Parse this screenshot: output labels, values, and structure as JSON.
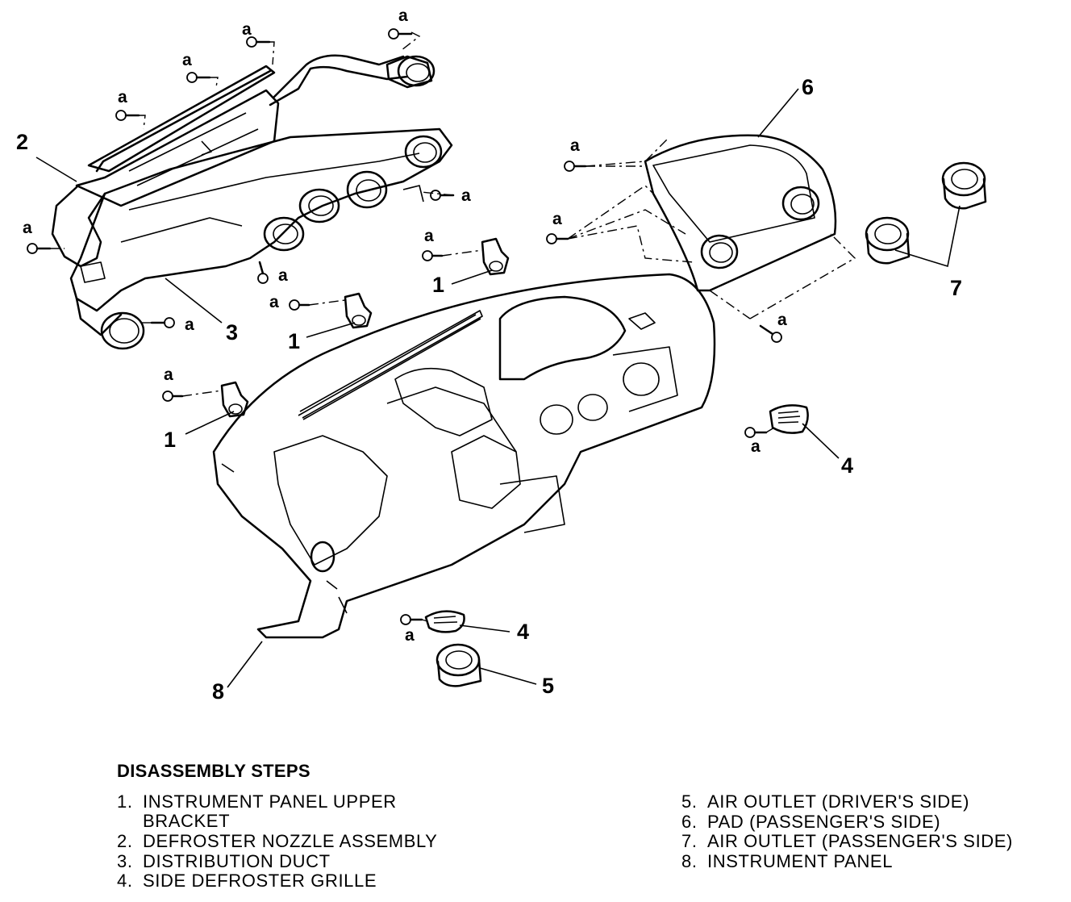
{
  "callouts": {
    "c1": "1",
    "c2": "2",
    "c3": "3",
    "c4": "4",
    "c5": "5",
    "c6": "6",
    "c7": "7",
    "c8": "8"
  },
  "fastener_label": "a",
  "steps_title": "DISASSEMBLY STEPS",
  "steps": [
    {
      "num": "1.",
      "text": "INSTRUMENT PANEL UPPER",
      "cont": "BRACKET"
    },
    {
      "num": "2.",
      "text": "DEFROSTER NOZZLE ASSEMBLY"
    },
    {
      "num": "3.",
      "text": "DISTRIBUTION DUCT"
    },
    {
      "num": "4.",
      "text": "SIDE DEFROSTER GRILLE"
    },
    {
      "num": "5.",
      "text": "AIR OUTLET (DRIVER'S SIDE)"
    },
    {
      "num": "6.",
      "text": "PAD (PASSENGER'S SIDE)"
    },
    {
      "num": "7.",
      "text": "AIR OUTLET (PASSENGER'S SIDE)"
    },
    {
      "num": "8.",
      "text": "INSTRUMENT PANEL"
    }
  ]
}
